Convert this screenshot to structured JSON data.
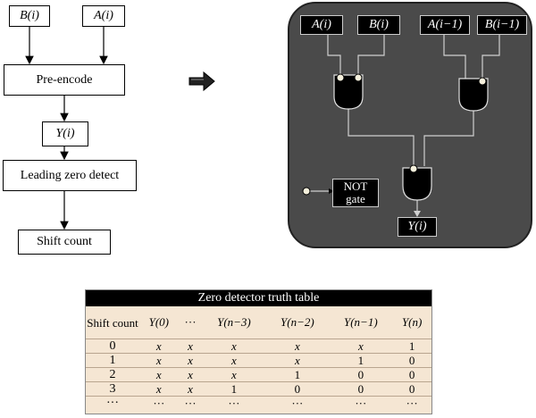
{
  "flowchart": {
    "input_b": "B(i)",
    "input_a": "A(i)",
    "pre_encode": "Pre-encode",
    "y_output": "Y(i)",
    "leading_zero_detect": "Leading zero detect",
    "shift_count": "Shift count"
  },
  "logic_panel": {
    "input_a_i": "A(i)",
    "input_b_i": "B(i)",
    "input_a_prev": "A(i−1)",
    "input_b_prev": "B(i−1)",
    "legend_not_gate_line1": "NOT",
    "legend_not_gate_line2": "gate",
    "output": "Y(i)"
  },
  "truth_table": {
    "title": "Zero detector truth table",
    "headers": [
      "Shift count",
      "Y(0)",
      "···",
      "Y(n−3)",
      "Y(n−2)",
      "Y(n−1)",
      "Y(n)"
    ],
    "rows": [
      [
        "0",
        "x",
        "x",
        "x",
        "x",
        "x",
        "1"
      ],
      [
        "1",
        "x",
        "x",
        "x",
        "x",
        "1",
        "0"
      ],
      [
        "2",
        "x",
        "x",
        "x",
        "1",
        "0",
        "0"
      ],
      [
        "3",
        "x",
        "x",
        "1",
        "0",
        "0",
        "0"
      ],
      [
        "···",
        "···",
        "···",
        "···",
        "···",
        "···",
        "···"
      ]
    ]
  }
}
